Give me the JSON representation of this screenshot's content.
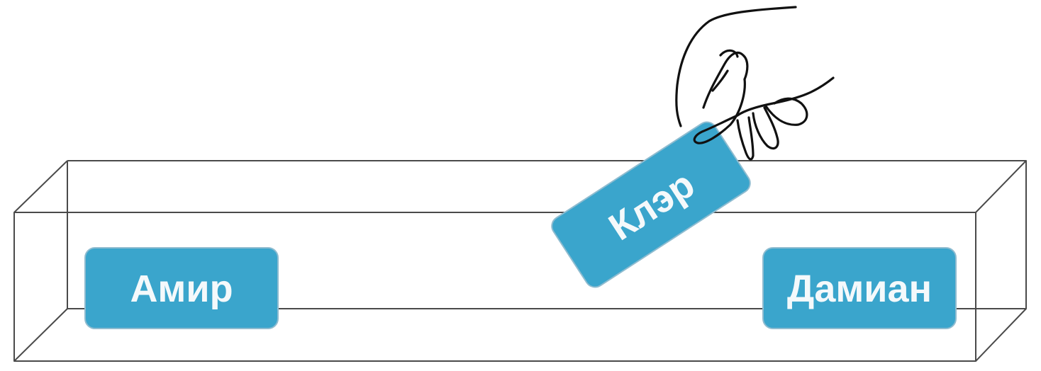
{
  "cards": [
    {
      "id": "amir",
      "label": "Амир",
      "state": "in-box"
    },
    {
      "id": "claire",
      "label": "Клэр",
      "state": "held-by-hand"
    },
    {
      "id": "damian",
      "label": "Дамиан",
      "state": "in-box"
    }
  ],
  "colors": {
    "card_fill": "#3aa5cc",
    "card_text": "#f4f9fb",
    "box_outline": "#4a4a4a",
    "hand_outline": "#111111"
  },
  "icons": {
    "hand": "hand-icon"
  }
}
